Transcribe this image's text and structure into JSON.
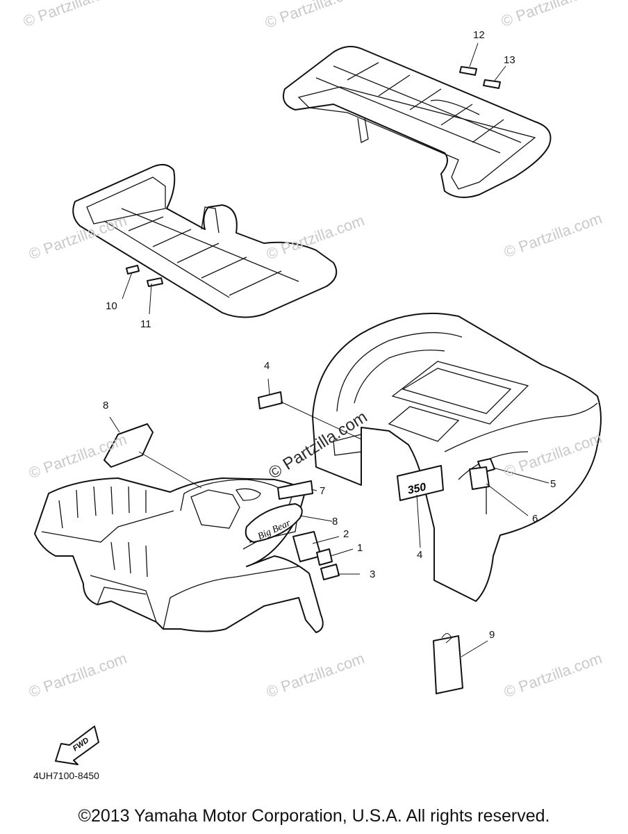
{
  "watermark": "© Partzilla.com",
  "callouts": {
    "n1": "1",
    "n2": "2",
    "n3": "3",
    "n4a": "4",
    "n4b": "4",
    "n5": "5",
    "n6": "6",
    "n7": "7",
    "n8a": "8",
    "n8b": "8",
    "n9": "9",
    "n10": "10",
    "n11": "11",
    "n12": "12",
    "n13": "13"
  },
  "decals": {
    "model_number": "350",
    "brand": "Big Bear"
  },
  "fwd_label": "FWD",
  "diagram_code": "4UH7100-8450",
  "copyright": "©2013 Yamaha Motor Corporation, U.S.A. All rights reserved."
}
